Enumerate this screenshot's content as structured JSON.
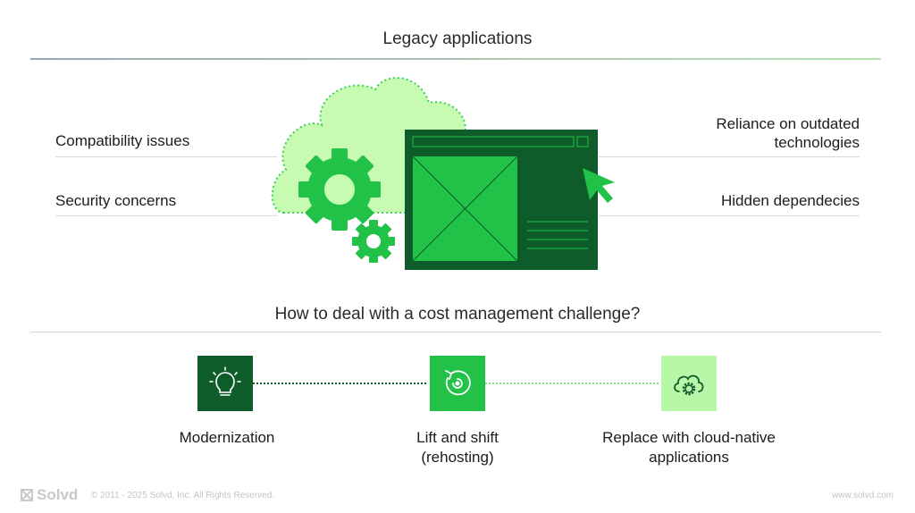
{
  "title": "Legacy applications",
  "issues": {
    "left_top": "Compatibility issues",
    "left_bottom": "Security concerns",
    "right_top_line1": "Reliance on outdated",
    "right_top_line2": "technologies",
    "right_bottom": "Hidden dependecies"
  },
  "question": "How to deal with a cost management challenge?",
  "steps": [
    {
      "icon": "lightbulb-icon",
      "label": "Modernization",
      "label2": "",
      "color": "#0f5c2b"
    },
    {
      "icon": "lift-shift-icon",
      "label": "Lift and shift",
      "label2": "(rehosting)",
      "color": "#22c147"
    },
    {
      "icon": "cloud-gear-icon",
      "label": "Replace with cloud-native",
      "label2": "applications",
      "color": "#b9f7a8"
    }
  ],
  "footer": {
    "brand": "Solvd",
    "copyright": "© 2011 - 2025 Solvd, Inc. All Rights Reserved.",
    "url": "www.solvd.com"
  },
  "colors": {
    "dark_green": "#0f5c2b",
    "bright_green": "#22c147",
    "light_green": "#c7fbb1"
  }
}
